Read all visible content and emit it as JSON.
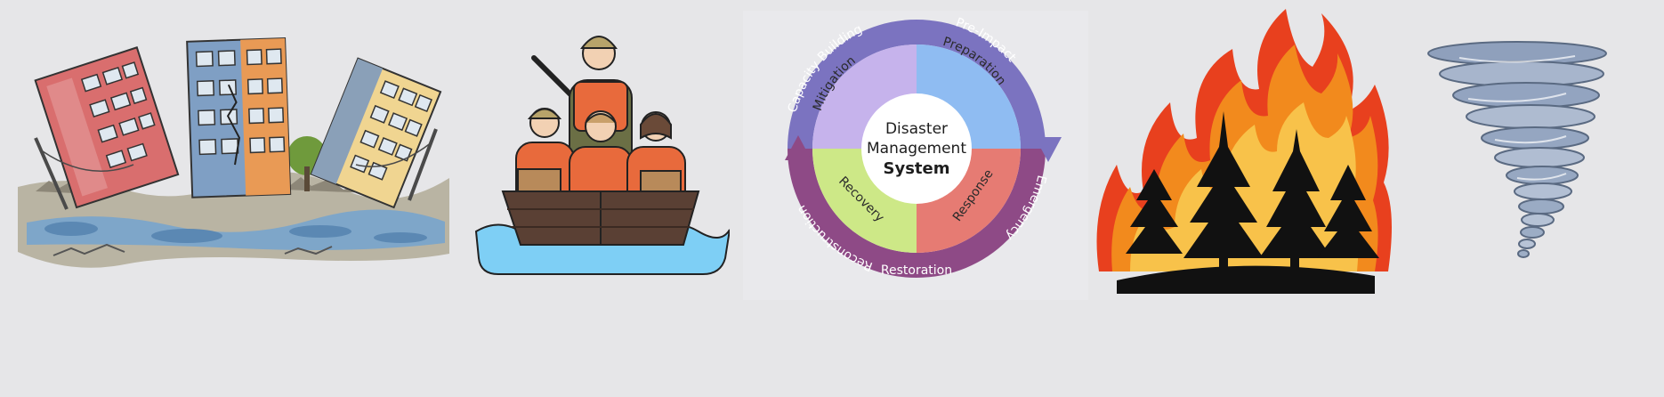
{
  "icons": {
    "earthquake": "earthquake-collapsed-buildings-icon",
    "rescue": "flood-rescue-boat-icon",
    "wildfire": "wildfire-forest-icon",
    "tornado": "tornado-icon"
  },
  "cycle": {
    "center": {
      "line1": "Disaster",
      "line2": "Management",
      "line3": "System"
    },
    "outer": {
      "capacity_building": "Capacity Building",
      "pre_impact": "Pre-Impact",
      "emergency": "Emergency",
      "restoration": "Restoration",
      "reconstruction": "Reconstruction"
    },
    "inner": {
      "mitigation": "Mitigation",
      "preparation": "Preparation",
      "response": "Response",
      "recovery": "Recovery"
    },
    "colors": {
      "outer_top": "#7b73c0",
      "outer_bottom": "#8e4a86",
      "mitigation": "#c6b3ec",
      "preparation": "#8fbcf2",
      "response": "#e67b73",
      "recovery": "#cde887"
    }
  }
}
